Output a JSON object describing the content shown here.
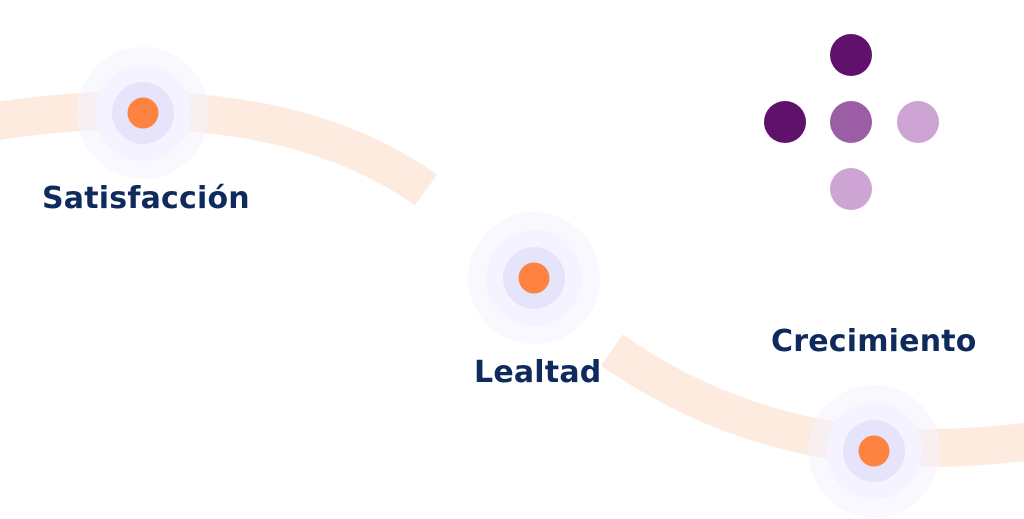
{
  "stages": [
    {
      "label": "Satisfacción"
    },
    {
      "label": "Lealtad"
    },
    {
      "label": "Crecimiento"
    }
  ],
  "colors": {
    "label_text": "#0f2a5c",
    "path_band": "#fdebe0",
    "halo_outer": "#f4f3ff",
    "halo_inner": "#e6e4fb",
    "node_dot": "#fe8240",
    "plus_dark": "#5f116c",
    "plus_mid": "#9b5ea5",
    "plus_light": "#cea4d4"
  },
  "icons": {
    "nodes": "concentric-circle-node-icon",
    "decoration": "plus-dots-icon"
  }
}
